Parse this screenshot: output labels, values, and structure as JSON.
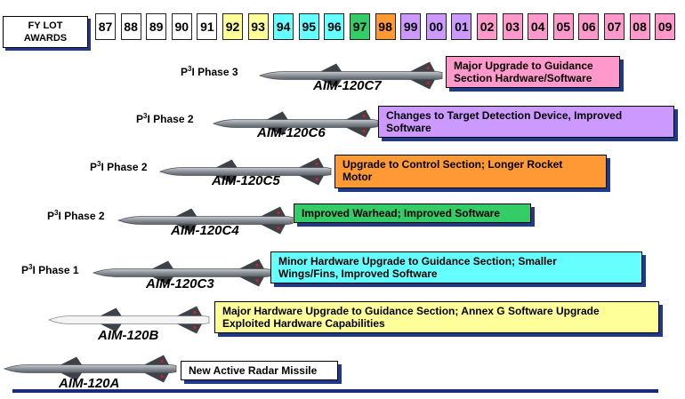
{
  "header": {
    "fy_label_line1": "FY LOT",
    "fy_label_line2": "AWARDS",
    "years": [
      {
        "label": "87",
        "color": "#ffffff"
      },
      {
        "label": "88",
        "color": "#ffffff"
      },
      {
        "label": "89",
        "color": "#ffffff"
      },
      {
        "label": "90",
        "color": "#ffffff"
      },
      {
        "label": "91",
        "color": "#ffffff"
      },
      {
        "label": "92",
        "color": "#ffff99"
      },
      {
        "label": "93",
        "color": "#ffff99"
      },
      {
        "label": "94",
        "color": "#66ffff"
      },
      {
        "label": "95",
        "color": "#66ffff"
      },
      {
        "label": "96",
        "color": "#66ffff"
      },
      {
        "label": "97",
        "color": "#33cc66"
      },
      {
        "label": "98",
        "color": "#ff9933"
      },
      {
        "label": "99",
        "color": "#cc99ff"
      },
      {
        "label": "00",
        "color": "#cc99ff"
      },
      {
        "label": "01",
        "color": "#cc99ff"
      },
      {
        "label": "02",
        "color": "#ff99cc"
      },
      {
        "label": "03",
        "color": "#ff99cc"
      },
      {
        "label": "04",
        "color": "#ff99cc"
      },
      {
        "label": "05",
        "color": "#ff99cc"
      },
      {
        "label": "06",
        "color": "#ff99cc"
      },
      {
        "label": "07",
        "color": "#ff99cc"
      },
      {
        "label": "08",
        "color": "#ff99cc"
      },
      {
        "label": "09",
        "color": "#ff99cc"
      }
    ]
  },
  "variants": [
    {
      "phase_prefix": "P",
      "phase_sup": "3",
      "phase_rest": "I Phase 3",
      "name": "AIM-120C7",
      "desc_line1": "Major Upgrade to Guidance",
      "desc_line2": "Section Hardware/Software",
      "color": "#ff99cc"
    },
    {
      "phase_prefix": "P",
      "phase_sup": "3",
      "phase_rest": "I Phase  2",
      "name": "AIM-120C6",
      "desc_line1": "Changes to Target Detection Device, Improved",
      "desc_line2": "Software",
      "color": "#cc99ff"
    },
    {
      "phase_prefix": "P",
      "phase_sup": "3",
      "phase_rest": "I Phase  2",
      "name": "AIM-120C5",
      "desc_line1": "Upgrade to Control Section;  Longer Rocket",
      "desc_line2": "Motor",
      "color": "#ff9933"
    },
    {
      "phase_prefix": "P",
      "phase_sup": "3",
      "phase_rest": "I Phase  2",
      "name": "AIM-120C4",
      "desc_line1": "Improved Warhead; Improved  Software",
      "desc_line2": "",
      "color": "#33cc66"
    },
    {
      "phase_prefix": "P",
      "phase_sup": "3",
      "phase_rest": "I Phase  1",
      "name": "AIM-120C3",
      "desc_line1": "Minor Hardware Upgrade to Guidance  Section;  Smaller",
      "desc_line2": "Wings/Fins,  Improved  Software",
      "color": "#66ffff"
    },
    {
      "phase_prefix": "",
      "phase_sup": "",
      "phase_rest": "",
      "name": "AIM-120B",
      "desc_line1": "Major Hardware Upgrade to Guidance  Section; Annex G Software Upgrade",
      "desc_line2": "Exploited  Hardware Capabilities",
      "color": "#ffff99"
    },
    {
      "phase_prefix": "",
      "phase_sup": "",
      "phase_rest": "",
      "name": "AIM-120A",
      "desc_line1": "New Active  Radar Missile",
      "desc_line2": "",
      "color": "#ffffff"
    }
  ]
}
